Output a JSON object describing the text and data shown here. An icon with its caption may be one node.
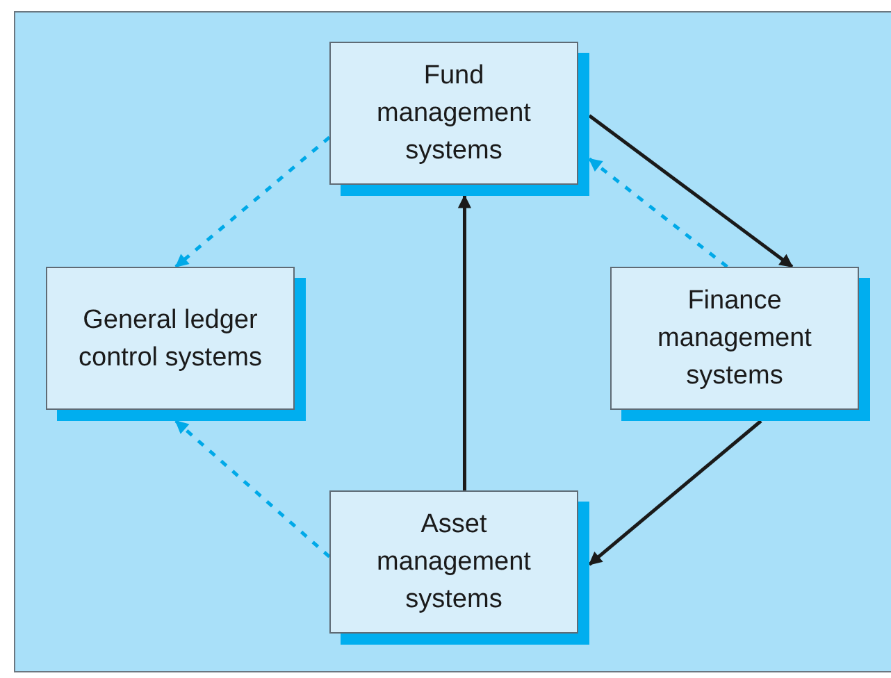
{
  "diagram": {
    "nodes": [
      {
        "text": [
          "Fund management systems"
        ]
      },
      {
        "text": [
          "General ledger control systems"
        ]
      },
      {
        "text": [
          "Finance management systems"
        ]
      },
      {
        "text": [
          "Asset management systems"
        ]
      }
    ],
    "edges": [
      {
        "from": 0,
        "to": 2,
        "arrow": "to"
      },
      {
        "from": 2,
        "to": 0,
        "arrow": "to",
        "style": "dashed",
        "color": "#00a9e8"
      },
      {
        "from": 0,
        "to": 1,
        "arrow": "to",
        "style": "dashed",
        "color": "#00a9e8"
      },
      {
        "from": 3,
        "to": 0,
        "arrow": "to"
      },
      {
        "from": 2,
        "to": 3,
        "arrow": "to"
      },
      {
        "from": 3,
        "to": 1,
        "arrow": "to",
        "style": "dashed",
        "color": "#00a9e8"
      }
    ]
  }
}
